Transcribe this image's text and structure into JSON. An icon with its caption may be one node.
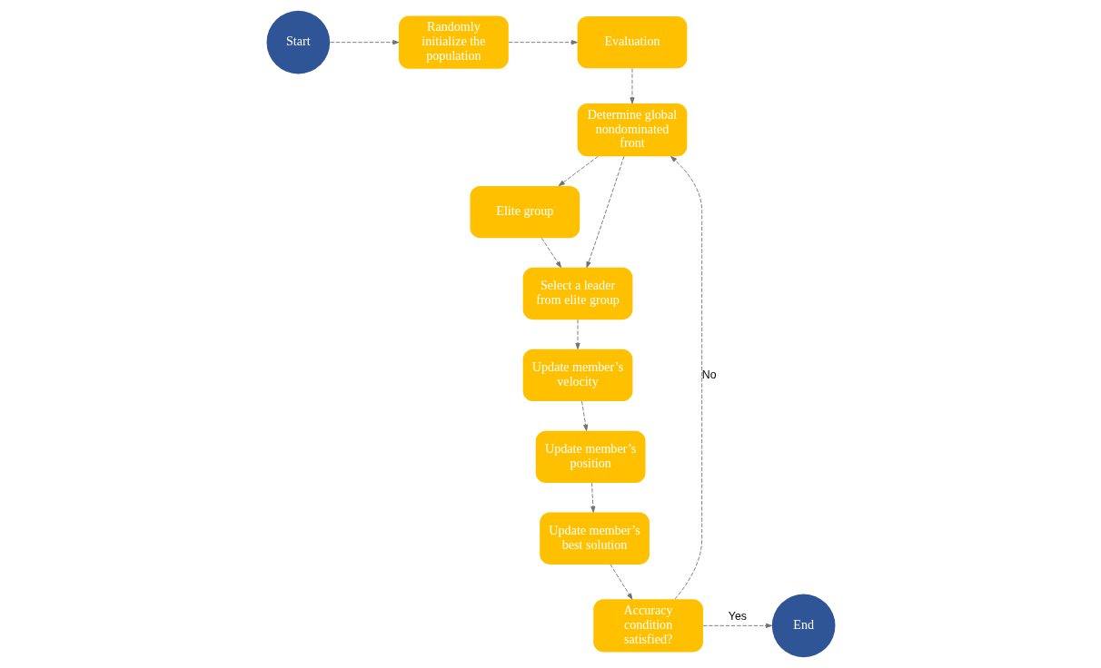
{
  "diagram": {
    "nodes": [
      {
        "text": [
          "Start"
        ]
      },
      {
        "text": [
          "Randomly initialize the population"
        ]
      },
      {
        "text": [
          "Evaluation"
        ]
      },
      {
        "text": [
          "Determine global nondominated front"
        ]
      },
      {
        "text": [
          "Elite group"
        ]
      },
      {
        "text": [
          "Select a leader from elite group"
        ]
      },
      {
        "text": [
          "Update member’s velocity"
        ]
      },
      {
        "text": [
          "Update member’s position"
        ]
      },
      {
        "text": [
          "Update member’s best solution"
        ]
      },
      {
        "text": [
          "Accuracy condition satisfied?"
        ]
      },
      {
        "text": [
          "End"
        ]
      }
    ],
    "edges": [
      {
        "from": 0,
        "to": 1,
        "arrow": "to"
      },
      {
        "from": 1,
        "to": 2,
        "arrow": "to"
      },
      {
        "from": 2,
        "to": 3,
        "arrow": "to"
      },
      {
        "from": 3,
        "to": 4,
        "arrow": "to"
      },
      {
        "from": 3,
        "to": 5,
        "arrow": "to"
      },
      {
        "from": 4,
        "to": 5,
        "arrow": "to"
      },
      {
        "from": 5,
        "to": 6,
        "arrow": "to"
      },
      {
        "from": 6,
        "to": 7,
        "arrow": "to"
      },
      {
        "from": 7,
        "to": 8,
        "arrow": "to"
      },
      {
        "from": 8,
        "to": 9,
        "arrow": "to"
      },
      {
        "from": 9,
        "to": 10,
        "label": "Yes",
        "arrow": "to"
      },
      {
        "from": 9,
        "to": 3,
        "label": "No",
        "arrow": "to"
      }
    ]
  }
}
